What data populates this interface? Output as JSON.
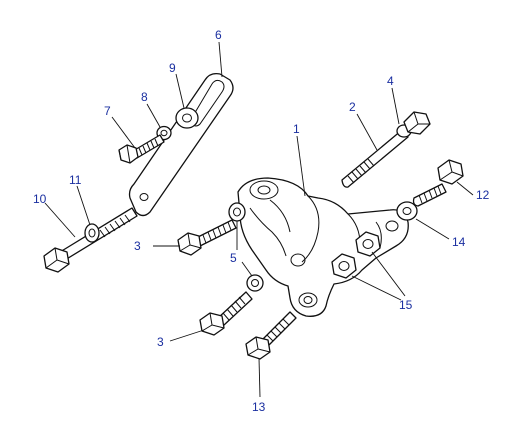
{
  "callouts": {
    "c1": "1",
    "c2": "2",
    "c3a": "3",
    "c3b": "3",
    "c4": "4",
    "c5": "5",
    "c6": "6",
    "c7": "7",
    "c8": "8",
    "c9": "9",
    "c10": "10",
    "c11": "11",
    "c12": "12",
    "c13": "13",
    "c14": "14",
    "c15": "15"
  },
  "colors": {
    "callout_text": "#1a2fa0",
    "line_art": "#111111",
    "background": "#ffffff"
  }
}
